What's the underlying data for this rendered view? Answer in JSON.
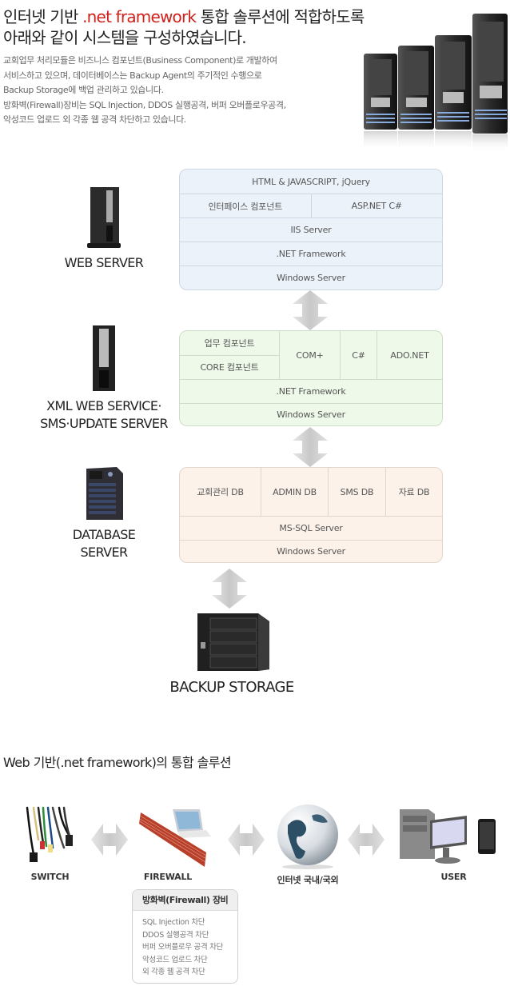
{
  "intro": {
    "title_line1_pre": "인터넷 기반 ",
    "title_line1_accent": ".net framework",
    "title_line1_post": " 통합 솔루션에 적합하도록",
    "title_line2": "아래와 같이 시스템을 구성하였습니다.",
    "description": [
      "교회업무 처리모듈은 비즈니스 컴포넌트(Business Component)로 개발하여",
      "서비스하고 있으며, 데이터베이스는 Backup Agent의 주기적인 수행으로",
      "Backup Storage에 백업 관리하고 있습니다.",
      "방화벽(Firewall)장비는 SQL Injection, DDOS 실행공격, 버퍼 오버플로우공격,",
      "악성코드 업로드 외 각종 웹 공격 차단하고 있습니다."
    ],
    "accent_color": "#d0201a"
  },
  "architecture": {
    "web_server": {
      "label": "WEB SERVER",
      "rows": [
        [
          "HTML & JAVASCRIPT, jQuery"
        ],
        [
          "인터페이스 컴포넌트",
          "ASP.NET C#"
        ],
        [
          "IIS Server"
        ],
        [
          ".NET Framework"
        ],
        [
          "Windows Server"
        ]
      ],
      "color": "#ecf2fa"
    },
    "service_server": {
      "label_line1": "XML WEB SERVICE·",
      "label_line2": "SMS·UPDATE SERVER",
      "components": [
        "업무 컴포넌트",
        "CORE 컴포넌트"
      ],
      "cols": [
        "COM+",
        "C#",
        "ADO.NET"
      ],
      "rows": [
        ".NET Framework",
        "Windows  Server"
      ],
      "color": "#eef9ea"
    },
    "database_server": {
      "label_line1": "DATABASE",
      "label_line2": "SERVER",
      "databases": [
        "교회관리 DB",
        "ADMIN DB",
        "SMS DB",
        "자료 DB"
      ],
      "rows": [
        "MS-SQL Server",
        "Windows Server"
      ],
      "color": "#fcf2ea"
    },
    "backup_storage": {
      "label": "BACKUP STORAGE"
    }
  },
  "solution": {
    "title": "Web 기반(.net framework)의 통합 솔루션",
    "nodes": [
      {
        "label": "SWITCH",
        "icon": "cables-icon"
      },
      {
        "label": "FIREWALL",
        "icon": "firewall-icon"
      },
      {
        "label": "인터넷 국내/국외",
        "icon": "globe-icon"
      },
      {
        "label": "USER",
        "icon": "computer-icon"
      }
    ],
    "firewall_box": {
      "title": "방화벽(Firewall) 장비",
      "items": [
        "SQL Injection 차단",
        "DDOS 실행공격 차단",
        "버퍼 오버플로우 공격 차단",
        "악성코드 업로드 차단",
        "외 각종 웹 공격 차단"
      ]
    }
  }
}
